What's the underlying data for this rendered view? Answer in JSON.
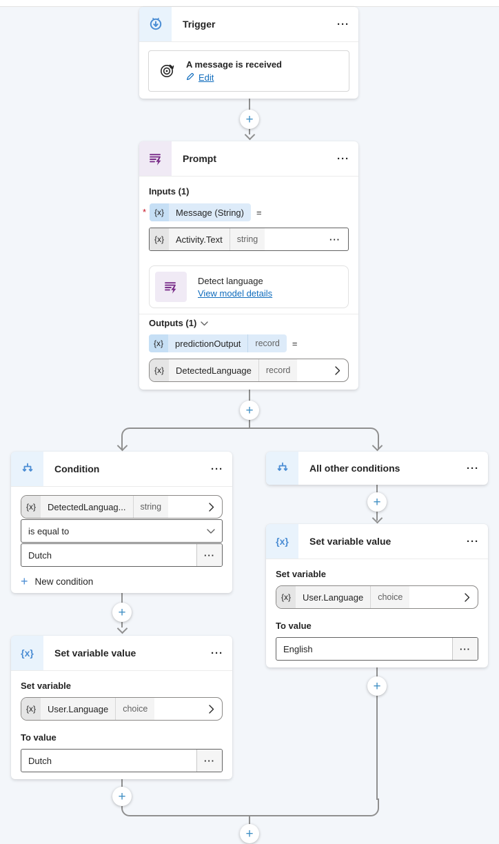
{
  "colors": {
    "canvas_bg": "#F3F6FA",
    "accent_blue": "#4B8DD4",
    "plus_blue": "#4190C4",
    "purple": "#7A2E8A",
    "link_blue": "#0F6CBD",
    "connector_gray": "#8F8F8F",
    "pill_blue_bg": "#DDEBF9",
    "icon_blue_bg": "#E9F3FC",
    "icon_purple_bg": "#F0EAF5"
  },
  "trigger": {
    "title": "Trigger",
    "menu": "···",
    "step_title": "A message is received",
    "edit_label": "Edit"
  },
  "prompt": {
    "title": "Prompt",
    "menu": "···",
    "inputs_label": "Inputs (1)",
    "required_mark": "*",
    "input_token": {
      "x": "{x}",
      "name": "Message (String)",
      "equals": "="
    },
    "input_expr": {
      "x": "{x}",
      "name": "Activity.Text",
      "type": "string",
      "menu": "···"
    },
    "model": {
      "title": "Detect language",
      "link": "View model details"
    },
    "outputs_label": "Outputs (1)",
    "output_token": {
      "x": "{x}",
      "name": "predictionOutput",
      "type": "record",
      "equals": "="
    },
    "output_expr": {
      "x": "{x}",
      "name": "DetectedLanguage",
      "type": "record"
    }
  },
  "condition": {
    "title": "Condition",
    "menu": "···",
    "expr": {
      "x": "{x}",
      "name": "DetectedLanguag...",
      "type": "string"
    },
    "operator": "is equal to",
    "value": "Dutch",
    "value_menu": "···",
    "new_condition_label": "New condition",
    "plus": "+"
  },
  "all_other_conditions": {
    "title": "All other conditions",
    "menu": "···"
  },
  "set_variable_left": {
    "title": "Set variable value",
    "menu": "···",
    "icon": "{x}",
    "set_label": "Set variable",
    "variable": {
      "x": "{x}",
      "name": "User.Language",
      "type": "choice"
    },
    "to_label": "To value",
    "value": "Dutch",
    "value_menu": "···"
  },
  "set_variable_right": {
    "title": "Set variable value",
    "menu": "···",
    "icon": "{x}",
    "set_label": "Set variable",
    "variable": {
      "x": "{x}",
      "name": "User.Language",
      "type": "choice"
    },
    "to_label": "To value",
    "value": "English",
    "value_menu": "···"
  },
  "connectors": {
    "plus": "+"
  }
}
